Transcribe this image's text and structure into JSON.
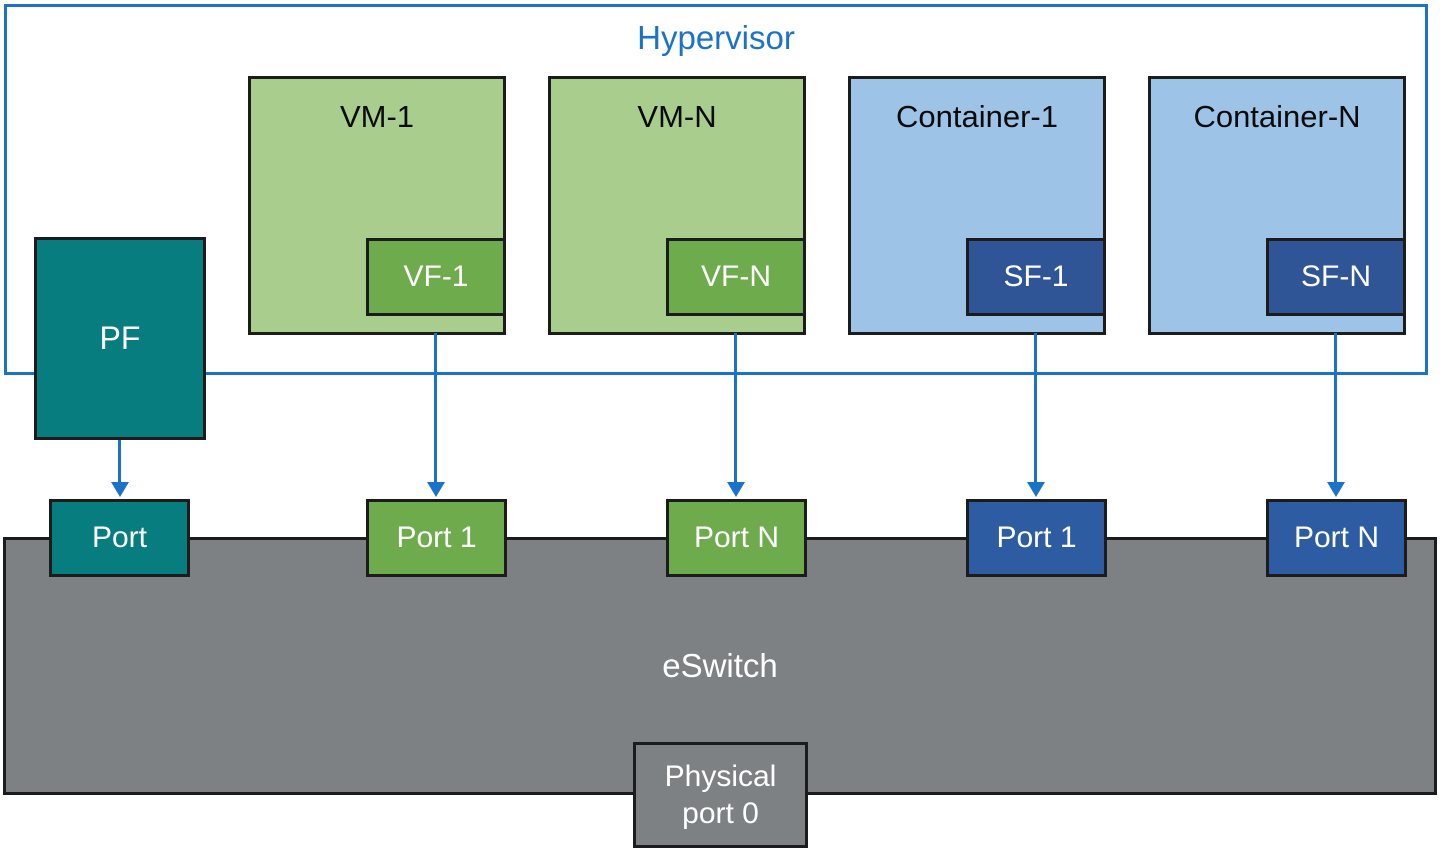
{
  "title": "Hypervisor",
  "pf": {
    "label": "PF"
  },
  "guests": [
    {
      "label": "VM-1",
      "fn_label": "VF-1"
    },
    {
      "label": "VM-N",
      "fn_label": "VF-N"
    },
    {
      "label": "Container-1",
      "fn_label": "SF-1"
    },
    {
      "label": "Container-N",
      "fn_label": "SF-N"
    }
  ],
  "ports": [
    {
      "label": "Port"
    },
    {
      "label": "Port 1"
    },
    {
      "label": "Port N"
    },
    {
      "label": "Port 1"
    },
    {
      "label": "Port N"
    }
  ],
  "eswitch": {
    "label": "eSwitch"
  },
  "physical_port": {
    "label_line1": "Physical",
    "label_line2": "port 0"
  },
  "colors": {
    "accent_blue": "#1a73c9",
    "teal": "#077d80",
    "vm_fill": "#a9cd8d",
    "vf_fill": "#6eab4c",
    "container_fill": "#9dc3e6",
    "sf_fill": "#2f5597",
    "blue_port_fill": "#2e5ca3",
    "eswitch_gray": "#7e8184",
    "border_dark": "#1c1c1c"
  }
}
